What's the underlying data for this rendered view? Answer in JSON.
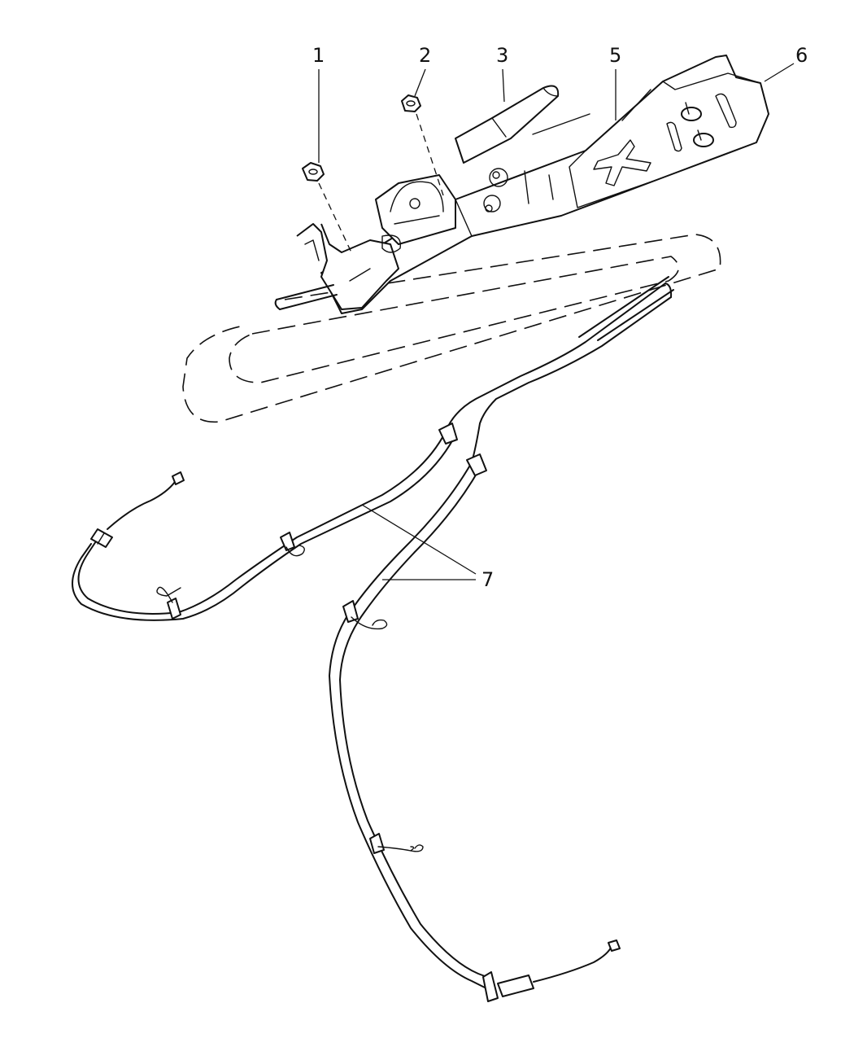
{
  "diagram": {
    "callouts": [
      {
        "id": "1",
        "label": "1"
      },
      {
        "id": "2",
        "label": "2"
      },
      {
        "id": "3",
        "label": "3"
      },
      {
        "id": "5",
        "label": "5"
      },
      {
        "id": "6",
        "label": "6"
      },
      {
        "id": "7",
        "label": "7"
      }
    ]
  }
}
